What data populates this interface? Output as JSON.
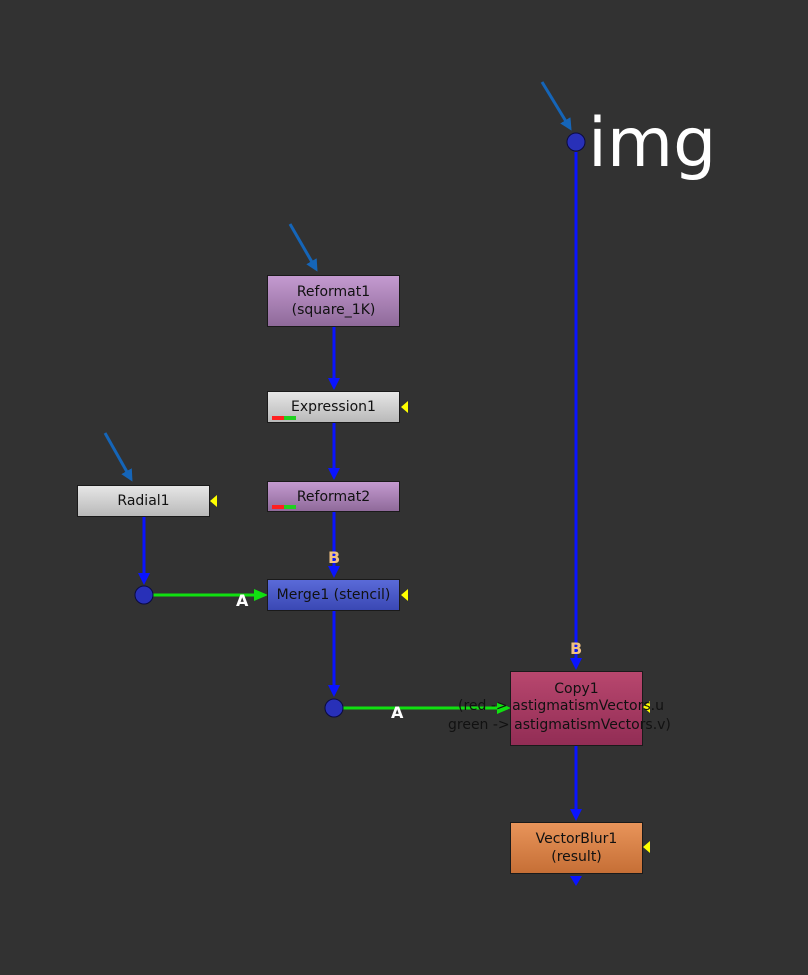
{
  "nodes": {
    "reformat1": {
      "line1": "Reformat1",
      "line2": "(square_1K)"
    },
    "expression1": {
      "label": "Expression1"
    },
    "reformat2": {
      "label": "Reformat2"
    },
    "radial1": {
      "label": "Radial1"
    },
    "merge1": {
      "label": "Merge1 (stencil)"
    },
    "copy1": {
      "title": "Copy1",
      "line1": "(red -> astigmatismVectors.u",
      "line2": "green -> astigmatismVectors.v)"
    },
    "vectorblur1": {
      "line1": "VectorBlur1",
      "line2": "(result)"
    }
  },
  "sticky": {
    "text": "img"
  },
  "inputs": {
    "a": "A",
    "b": "B"
  },
  "colors": {
    "background": "#323232",
    "pipe_blue": "#0a14ff",
    "pipe_green": "#10e010",
    "arrow_blue": "#1565b8",
    "dot": "#2830b8",
    "input_label_b": "#f0c080",
    "input_label_a": "#ffffff",
    "indicator": "#ffff00"
  }
}
